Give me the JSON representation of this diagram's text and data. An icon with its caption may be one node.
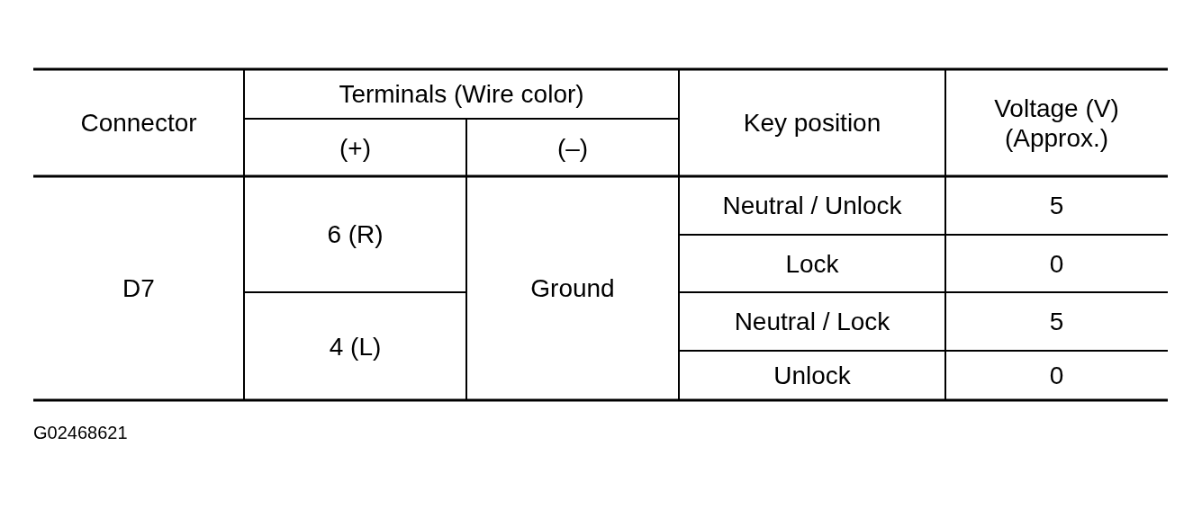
{
  "diagram": {
    "labels": [
      "Connector",
      "Terminals (Wire color)",
      "Key position",
      "Voltage (V) (Approx.)",
      "(+)",
      "(–)",
      "D7",
      "6 (R)",
      "Ground",
      "Neutral / Unlock",
      "5",
      "Lock",
      "0",
      "4 (L)",
      "Neutral / Lock",
      "5",
      "Unlock",
      "0",
      "G02468621"
    ]
  }
}
